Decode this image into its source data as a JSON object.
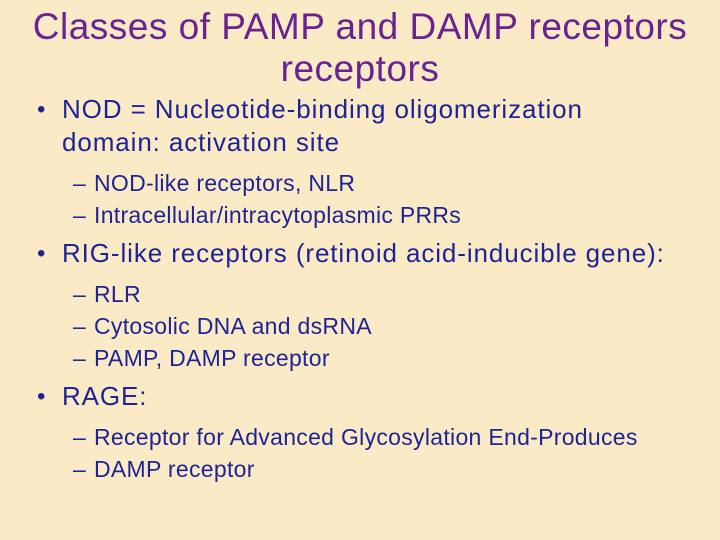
{
  "slide": {
    "colors": {
      "background": "#FAEBC6",
      "title": "#6A2191",
      "body_text": "#1E2396"
    },
    "title": {
      "line1": "Classes of PAMP and DAMP receptors",
      "line2": "receptors"
    },
    "bullets": [
      {
        "level": 1,
        "marker": "•",
        "text": "NOD = Nucleotide-binding oligomerization domain: activation site"
      },
      {
        "level": 2,
        "marker": "–",
        "text": "NOD-like receptors, NLR"
      },
      {
        "level": 2,
        "marker": "–",
        "text": "Intracellular/intracytoplasmic PRRs"
      },
      {
        "level": 1,
        "marker": "•",
        "text": "RIG-like receptors (retinoid acid-inducible gene):"
      },
      {
        "level": 2,
        "marker": "–",
        "text": "RLR"
      },
      {
        "level": 2,
        "marker": "–",
        "text": "Cytosolic DNA and dsRNA"
      },
      {
        "level": 2,
        "marker": "–",
        "text": "PAMP, DAMP receptor"
      },
      {
        "level": 1,
        "marker": "•",
        "text": "RAGE:"
      },
      {
        "level": 2,
        "marker": "–",
        "text": "Receptor for Advanced Glycosylation End-Produces"
      },
      {
        "level": 2,
        "marker": "–",
        "text": "DAMP receptor"
      }
    ]
  }
}
